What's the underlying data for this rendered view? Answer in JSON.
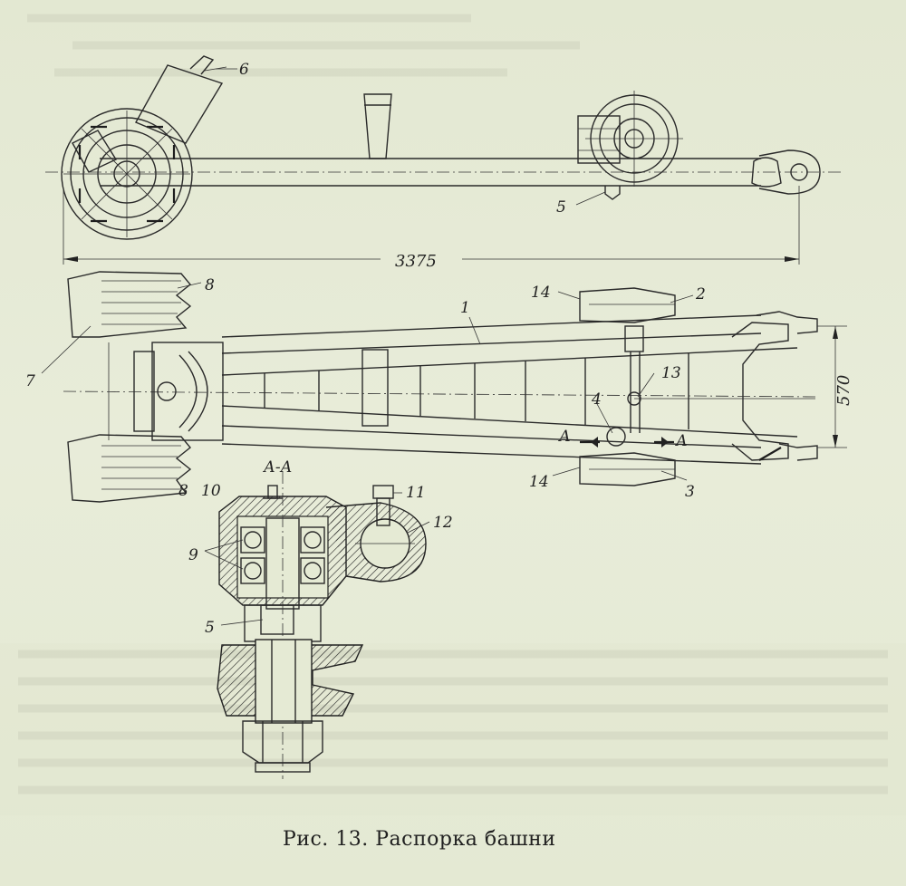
{
  "figure": {
    "caption": "Рис. 13. Распорка башни",
    "dimensions": {
      "length": "3375",
      "width": "570"
    },
    "section_label": "А-А",
    "section_marks": [
      "А",
      "А"
    ],
    "callouts": [
      "1",
      "2",
      "3",
      "4",
      "5",
      "6",
      "7",
      "8",
      "8",
      "9",
      "10",
      "11",
      "12",
      "13",
      "14",
      "14",
      "5"
    ]
  }
}
